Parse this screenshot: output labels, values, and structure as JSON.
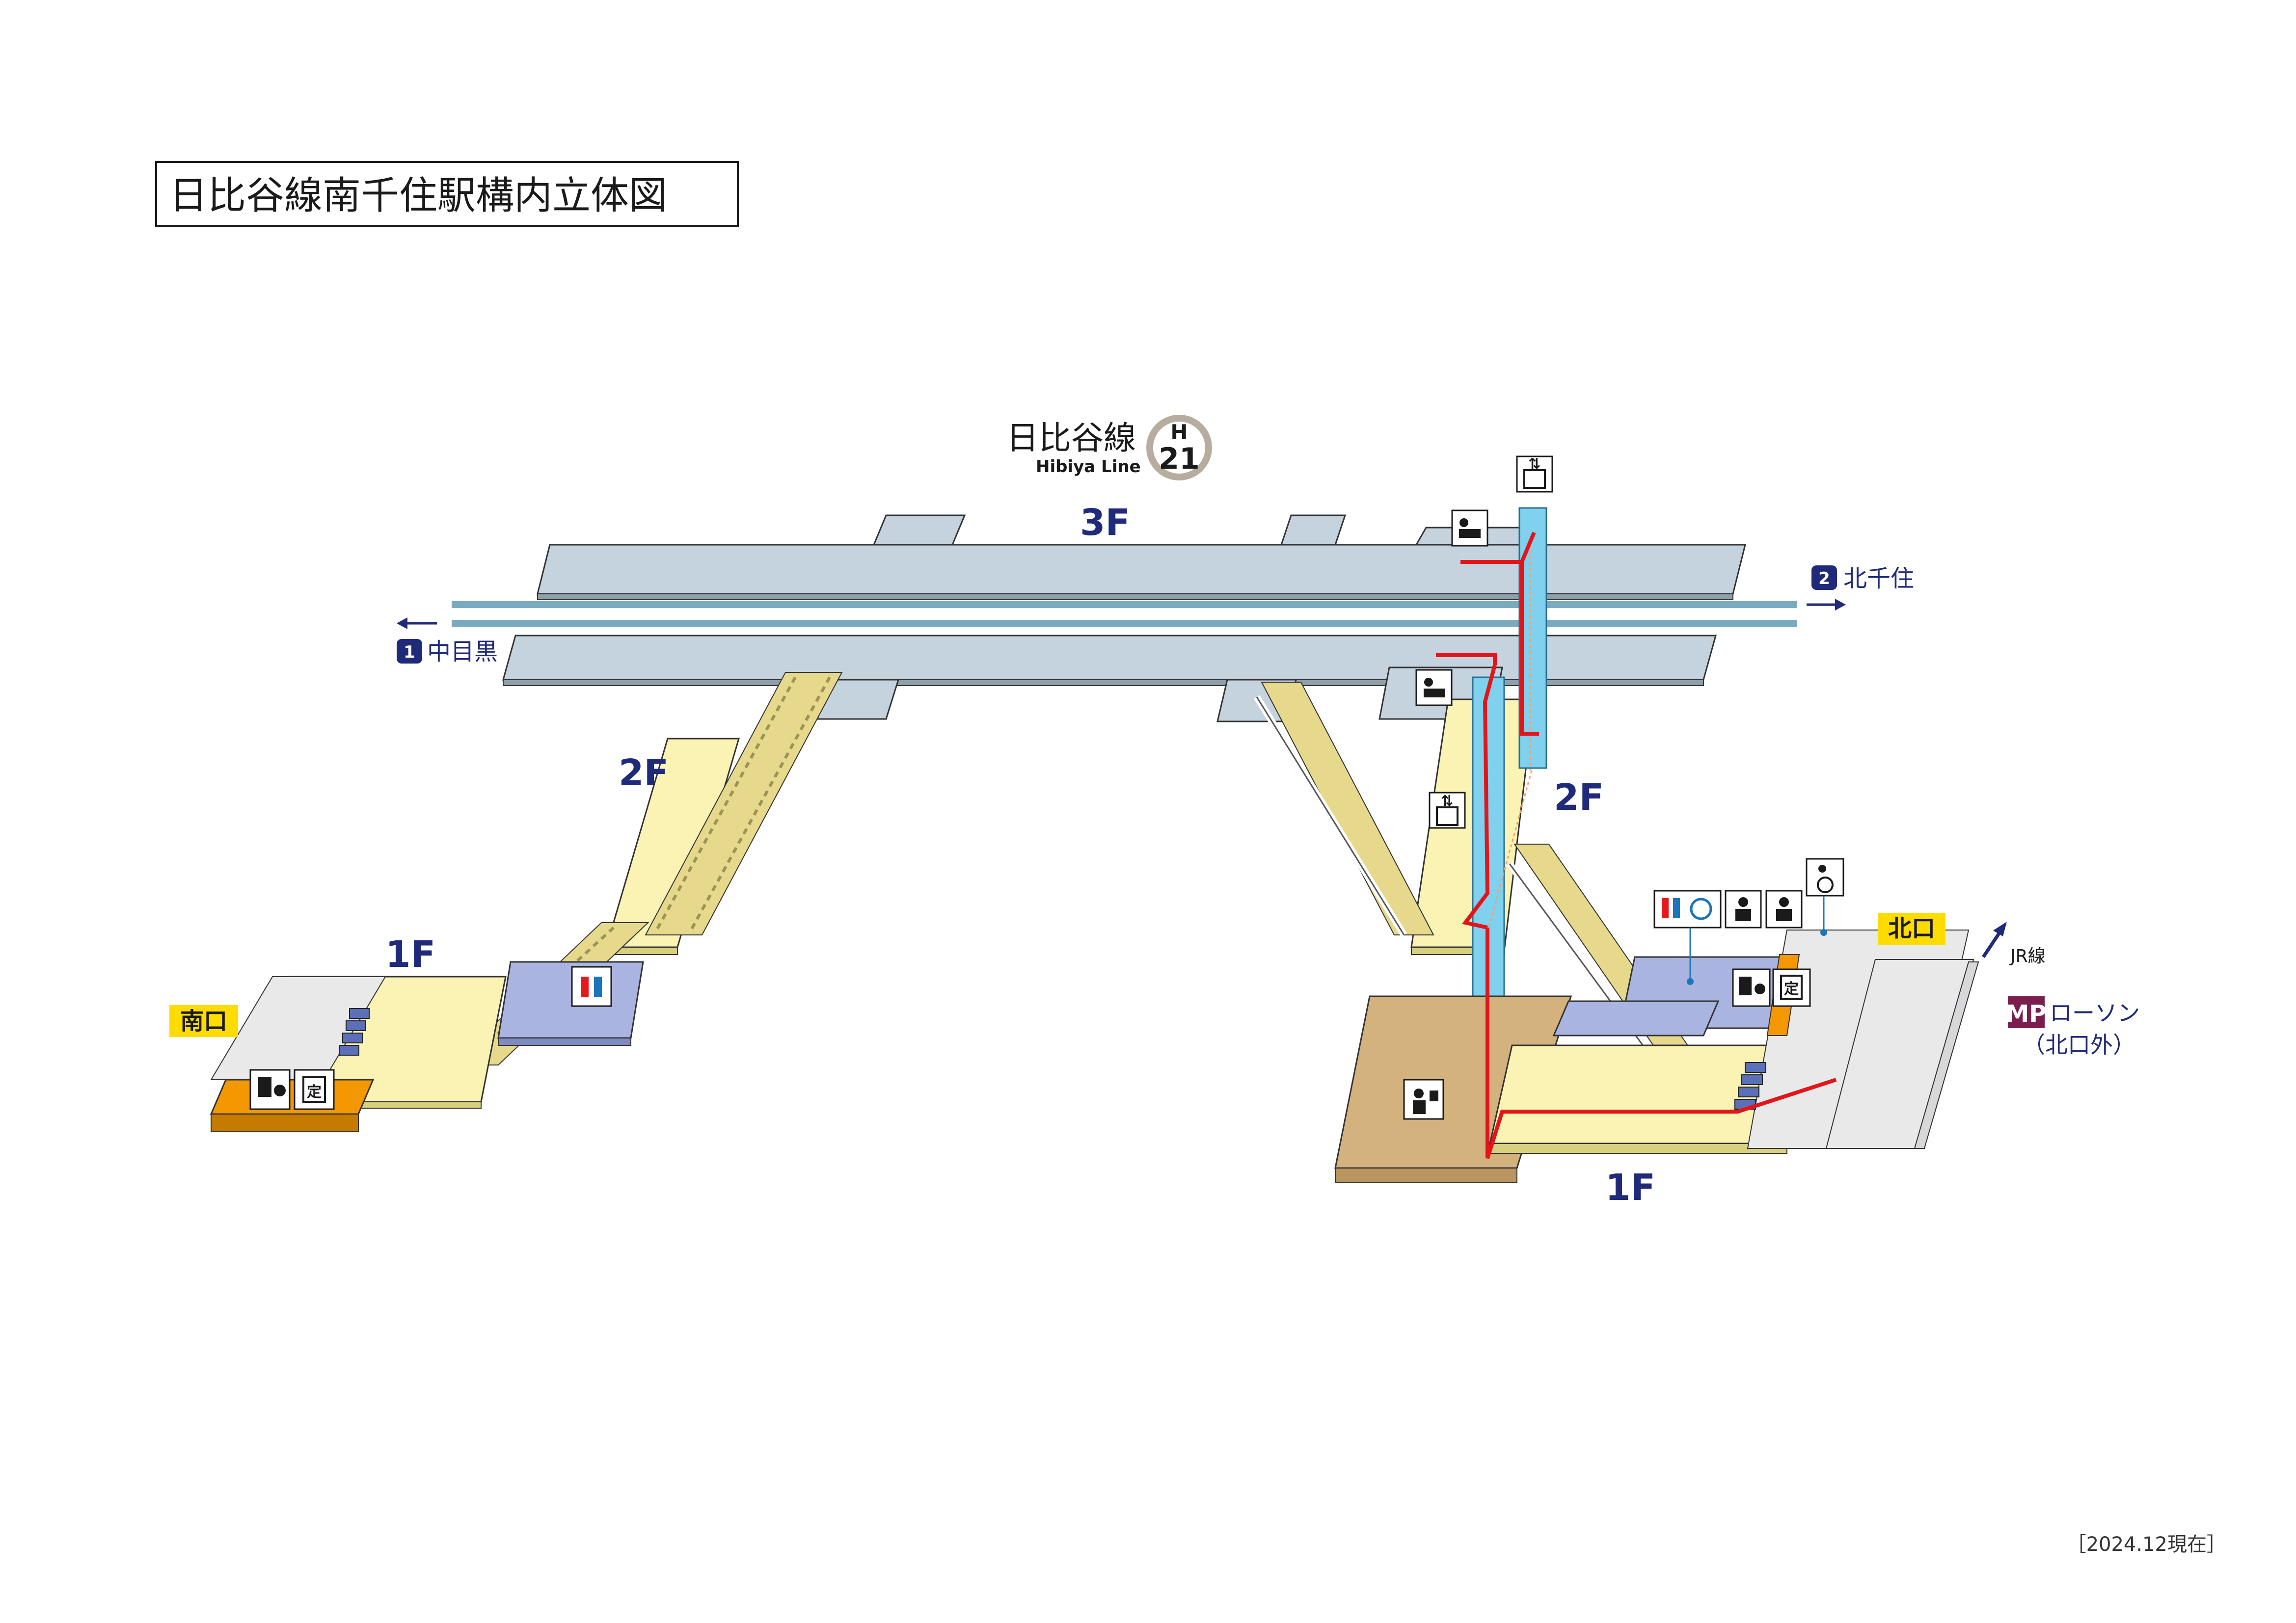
{
  "title": "日比谷線南千住駅構内立体図",
  "line": {
    "name_ja": "日比谷線",
    "name_en": "Hibiya Line",
    "code_letter": "H",
    "code_number": "21"
  },
  "floors": {
    "platform": "3F",
    "concourse_left": "2F",
    "concourse_right": "2F",
    "ground_left": "1F",
    "ground_right": "1F"
  },
  "directions": [
    {
      "number": "1",
      "destination": "中目黒"
    },
    {
      "number": "2",
      "destination": "北千住"
    }
  ],
  "exits": {
    "south": "南口",
    "north": "北口"
  },
  "jr_label": "JR線",
  "store": {
    "logo": "MP",
    "name": "ローソン",
    "note": "（北口外）"
  },
  "date": "［2024.12現在］",
  "icons": [
    {
      "name": "elevator-icon",
      "glyph": "⇅"
    },
    {
      "name": "priority-seat-icon",
      "glyph": "♿"
    },
    {
      "name": "toilet-icon",
      "glyph": "🚻"
    },
    {
      "name": "ticket-machine-icon",
      "glyph": "券"
    },
    {
      "name": "commuter-pass-icon",
      "glyph": "定"
    },
    {
      "name": "station-office-icon",
      "glyph": "駅"
    },
    {
      "name": "wheelchair-icon",
      "glyph": "♿"
    }
  ],
  "colors": {
    "platform": "#c5d3de",
    "concourse": "#faf3b4",
    "track": "#7aaac0",
    "elevator": "#7fd1ee",
    "route": "#e2151b",
    "exit": "#f39800",
    "toilet_area": "#a9b4e0",
    "office_area": "#d4b27e",
    "floor_label": "#1f2a7a"
  }
}
